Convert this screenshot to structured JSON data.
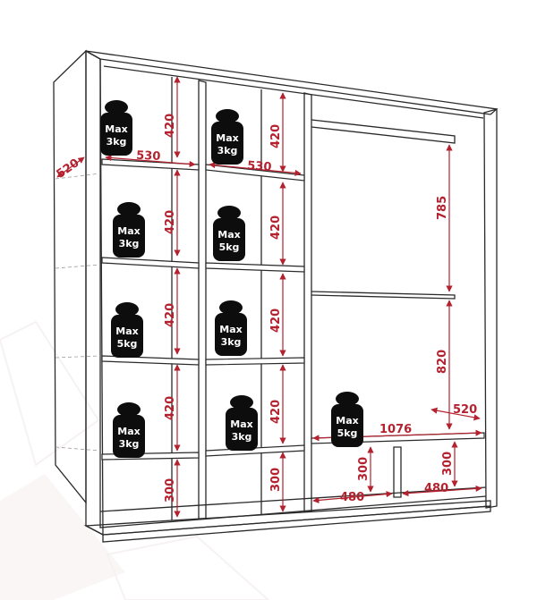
{
  "dimensions": {
    "depth_side": "520",
    "width_left": "530",
    "width_mid": "530",
    "shelf_left_1": "420",
    "shelf_left_2": "420",
    "shelf_left_3": "420",
    "shelf_left_4": "420",
    "shelf_mid_1": "420",
    "shelf_mid_2": "420",
    "shelf_mid_3": "420",
    "shelf_mid_4": "420",
    "bottom_left": "300",
    "bottom_mid": "300",
    "bottom_right_a": "300",
    "bottom_right_b": "300",
    "hang_upper": "785",
    "hang_lower": "820",
    "right_depth": "520",
    "right_width": "1076",
    "drawer_width_a": "480",
    "drawer_width_b": "480"
  },
  "weights": [
    {
      "line1": "Max",
      "line2": "3kg"
    },
    {
      "line1": "Max",
      "line2": "3kg"
    },
    {
      "line1": "Max",
      "line2": "3kg"
    },
    {
      "line1": "Max",
      "line2": "5kg"
    },
    {
      "line1": "Max",
      "line2": "5kg"
    },
    {
      "line1": "Max",
      "line2": "3kg"
    },
    {
      "line1": "Max",
      "line2": "3kg"
    },
    {
      "line1": "Max",
      "line2": "3kg"
    },
    {
      "line1": "Max",
      "line2": "5kg"
    }
  ],
  "colors": {
    "dimension": "#b3222e",
    "outline": "#2a2a2a",
    "weight": "#0d0d0d"
  }
}
